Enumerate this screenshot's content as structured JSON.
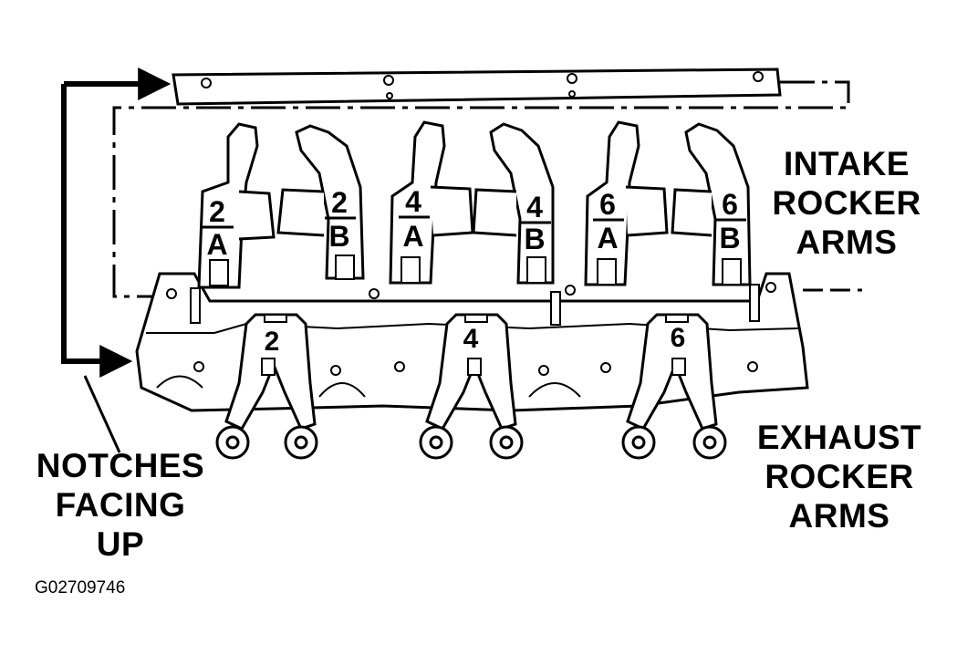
{
  "labels": {
    "intake": [
      "INTAKE",
      "ROCKER",
      "ARMS"
    ],
    "exhaust": [
      "EXHAUST",
      "ROCKER",
      "ARMS"
    ],
    "notches": [
      "NOTCHES",
      "FACING",
      "UP"
    ],
    "figure_code": "G02709746"
  },
  "intake_arms": [
    {
      "num": "2",
      "letter": "A"
    },
    {
      "num": "2",
      "letter": "B"
    },
    {
      "num": "4",
      "letter": "A"
    },
    {
      "num": "4",
      "letter": "B"
    },
    {
      "num": "6",
      "letter": "A"
    },
    {
      "num": "6",
      "letter": "B"
    }
  ],
  "exhaust_arms": [
    {
      "num": "2"
    },
    {
      "num": "4"
    },
    {
      "num": "6"
    }
  ]
}
